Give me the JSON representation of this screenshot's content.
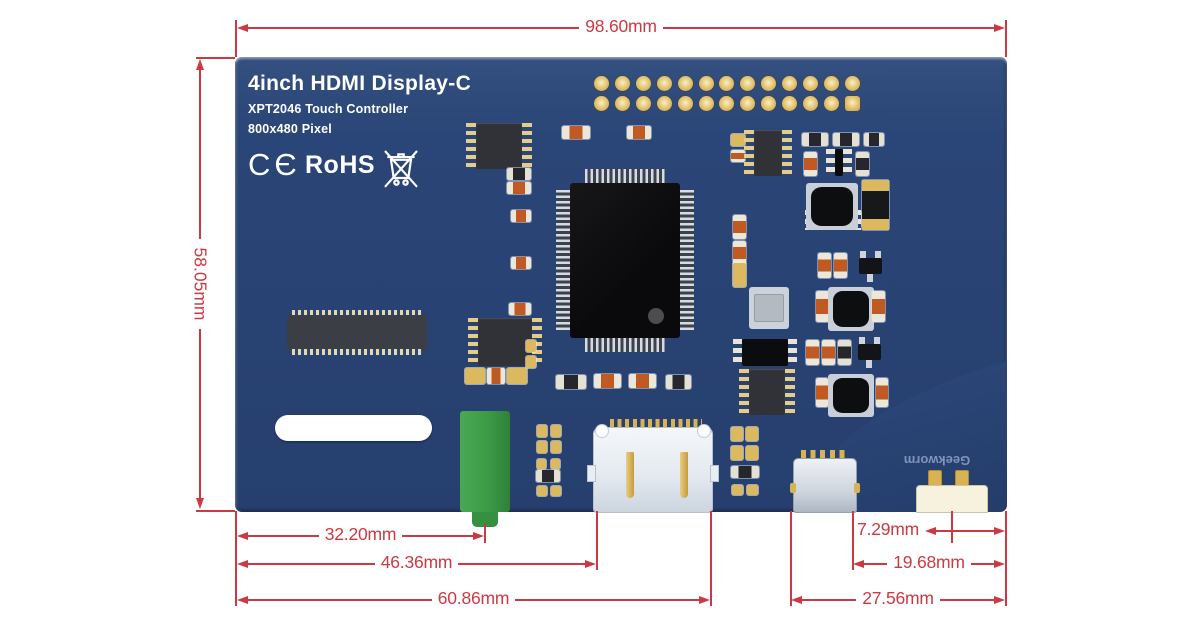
{
  "board": {
    "title": "4inch HDMI Display-C",
    "subtitle_controller": "XPT2046 Touch Controller",
    "subtitle_resolution": "800x480 Pixel",
    "ce_mark": "CЄ",
    "rohs_label": "RoHS",
    "weee_icon": "crossed-out-wheelie-bin",
    "brand_text": "Geekworm"
  },
  "dimensions": {
    "top_width": "98.60mm",
    "left_height": "58.05mm",
    "audio_jack_offset": "32.20mm",
    "hdmi_left_offset": "46.36mm",
    "hdmi_right_offset": "60.86mm",
    "backlight_conn_offset": "7.29mm",
    "usb_right_offset": "19.68mm",
    "usb_left_offset": "27.56mm"
  },
  "colors": {
    "pcb_blue": "#2a4577",
    "dimension_red": "#cb3a43",
    "silkscreen_white": "#ffffff",
    "pad_gold": "#dcb95e",
    "audio_jack_green": "#3d9b47"
  }
}
